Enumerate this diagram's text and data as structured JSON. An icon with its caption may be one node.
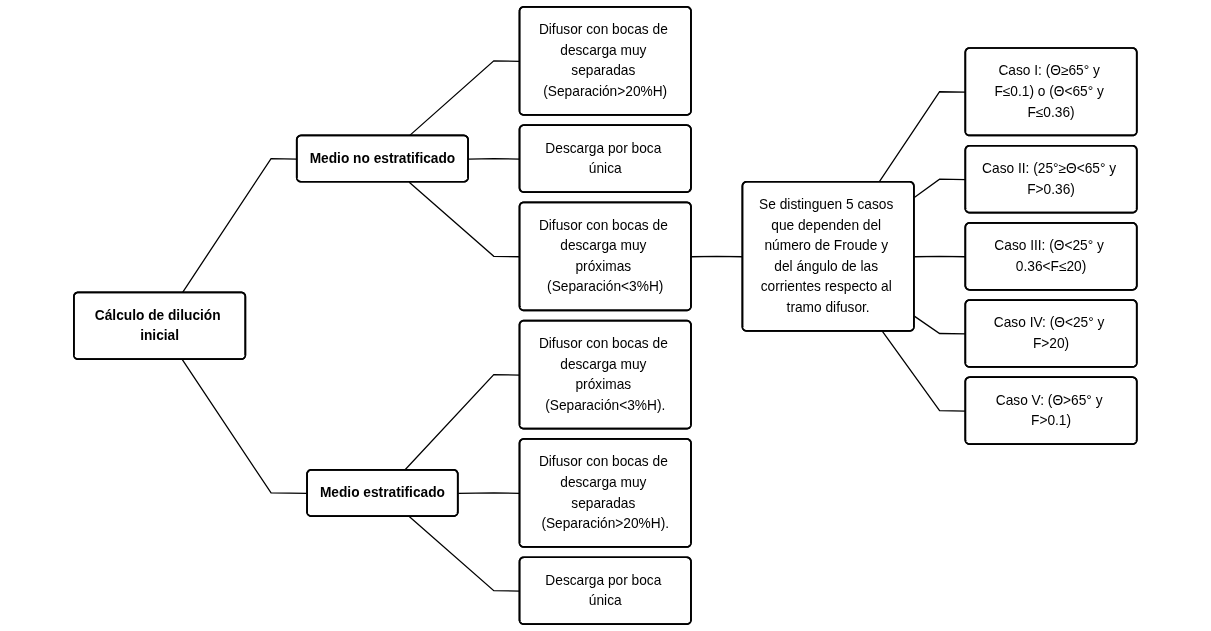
{
  "diagram": {
    "nodes": [
      {
        "text": [
          "Cálculo de dilución inicial"
        ]
      },
      {
        "text": [
          "Medio no estratificado"
        ]
      },
      {
        "text": [
          "Difusor con bocas de descarga muy separadas (Separación>20%H)"
        ]
      },
      {
        "text": [
          "Descarga por boca única"
        ]
      },
      {
        "text": [
          "Difusor con bocas de descarga muy próximas (Separación<3%H)"
        ]
      },
      {
        "text": [
          "Se distinguen 5 casos que dependen del número de Froude y del ángulo de las corrientes respecto al tramo difusor."
        ]
      },
      {
        "text": [
          "Caso I: (Θ≥65° y F≤0.1) o (Θ<65° y F≤0.36)"
        ]
      },
      {
        "text": [
          "Caso II: (25°≥Θ<65° y F>0.36)"
        ]
      },
      {
        "text": [
          "Caso III: (Θ<25° y 0.36<F≤20)"
        ]
      },
      {
        "text": [
          "Caso IV: (Θ<25° y F>20)"
        ]
      },
      {
        "text": [
          "Caso V: (Θ>65° y F>0.1)"
        ]
      },
      {
        "text": [
          "Medio estratificado"
        ]
      },
      {
        "text": [
          "Difusor con bocas de descarga muy próximas (Separación<3%H)."
        ]
      },
      {
        "text": [
          "Difusor con bocas de descarga muy separadas (Separación>20%H)."
        ]
      },
      {
        "text": [
          "Descarga por boca única"
        ]
      }
    ],
    "edges": [
      {
        "from": 0,
        "to": 1,
        "arrow": "none"
      },
      {
        "from": 0,
        "to": 11,
        "arrow": "none"
      },
      {
        "from": 1,
        "to": 2,
        "arrow": "none"
      },
      {
        "from": 1,
        "to": 3,
        "arrow": "none"
      },
      {
        "from": 1,
        "to": 4,
        "arrow": "none"
      },
      {
        "from": 4,
        "to": 5,
        "arrow": "none"
      },
      {
        "from": 5,
        "to": 6,
        "arrow": "none"
      },
      {
        "from": 5,
        "to": 7,
        "arrow": "none"
      },
      {
        "from": 5,
        "to": 8,
        "arrow": "none"
      },
      {
        "from": 5,
        "to": 9,
        "arrow": "none"
      },
      {
        "from": 5,
        "to": 10,
        "arrow": "none"
      },
      {
        "from": 11,
        "to": 12,
        "arrow": "none"
      },
      {
        "from": 11,
        "to": 13,
        "arrow": "none"
      },
      {
        "from": 11,
        "to": 14,
        "arrow": "none"
      }
    ]
  }
}
